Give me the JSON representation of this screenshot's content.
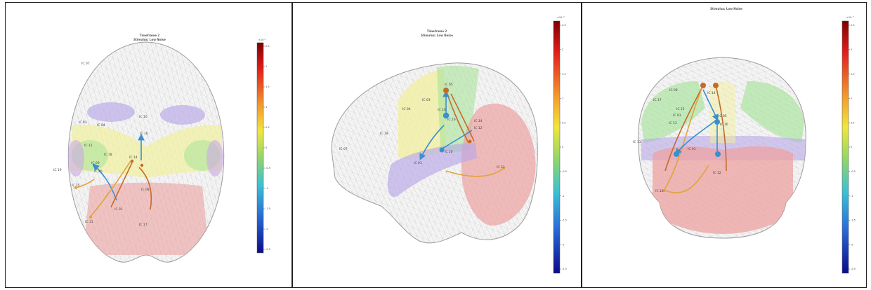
{
  "figure": {
    "panels": [
      {
        "view": "top",
        "title": "Timeframe 2",
        "subtitle": "Stimulus: Low Noise",
        "colorbar": {
          "scale": "×10⁻⁶",
          "ticks": [
            "2.5",
            "2",
            "1.5",
            "1",
            "0.5",
            "0",
            "-0.5",
            "-1",
            "-1.5",
            "-2",
            "-2.5"
          ]
        },
        "labels": [
          "IC 07",
          "IC 10",
          "IC 03",
          "IC 04",
          "IC 16",
          "IC 12",
          "IC 18",
          "IC 14",
          "IC 09",
          "IC 19",
          "IC 20",
          "IC 15",
          "IC 08",
          "IC 01",
          "IC 11",
          "IC 17"
        ]
      },
      {
        "view": "lateral",
        "title": "Timeframe 2",
        "subtitle": "Stimulus: Low Noise",
        "colorbar": {
          "scale": "×10⁻⁶",
          "ticks": [
            "2.5",
            "2",
            "1.5",
            "1",
            "0.5",
            "0",
            "-0.5",
            "-1",
            "-1.5",
            "-2",
            "-2.5"
          ]
        },
        "labels": [
          "IC 05",
          "IC 03",
          "IC 04",
          "IC 10",
          "IC 16",
          "IC 14",
          "IC 12",
          "IC 19",
          "IC 20",
          "IC 01",
          "IC 07",
          "IC 11"
        ]
      },
      {
        "view": "posterior",
        "title": "",
        "subtitle": "Stimulus: Low Noise",
        "colorbar": {
          "scale": "×10⁻⁶",
          "ticks": [
            "2.5",
            "2",
            "1.5",
            "1",
            "0.5",
            "0",
            "-0.5",
            "-1",
            "-1.5",
            "-2",
            "-2.5"
          ]
        },
        "labels": [
          "IC 08",
          "IC 17",
          "IC 14",
          "IC 15",
          "IC 03",
          "IC 05",
          "IC 16",
          "IC 13",
          "IC 11",
          "IC 01",
          "IC 12",
          "IC 18"
        ]
      }
    ],
    "colors": {
      "mesh": "#c9c9c9",
      "frontal_region": "#b9a8e8",
      "temporal_region": "#f1ef9c",
      "motor_region": "#a8e39a",
      "parietal_region": "#eda1a1",
      "edge_positive": "#c56a2c",
      "edge_mid": "#e0a43a",
      "edge_negative": "#3a8fce"
    }
  }
}
